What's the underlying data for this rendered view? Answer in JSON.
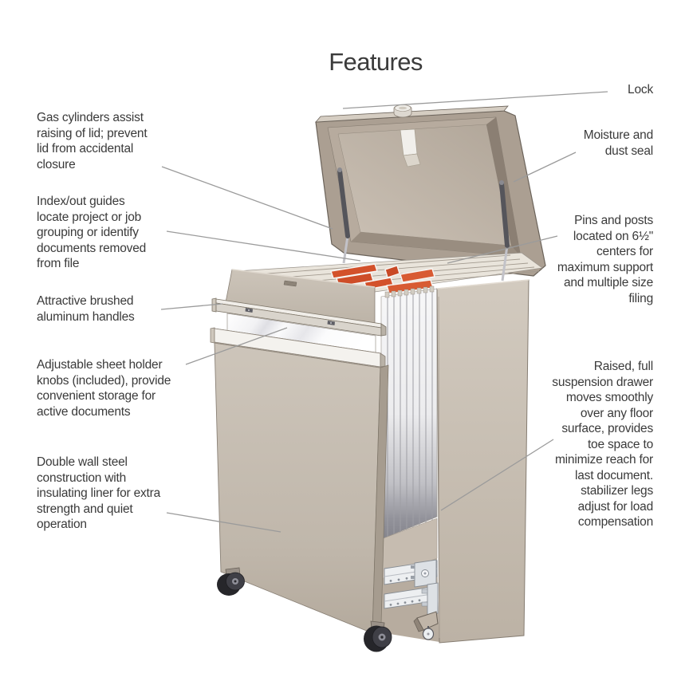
{
  "title": "Features",
  "callouts": {
    "left": [
      {
        "name": "gas-cylinders",
        "lines": [
          "Gas cylinders assist",
          "raising of lid; prevent",
          "lid from accidental",
          "closure"
        ]
      },
      {
        "name": "index-out-guides",
        "lines": [
          "Index/out guides",
          "locate project or job",
          "grouping or identify",
          "documents removed",
          "from file"
        ]
      },
      {
        "name": "aluminum-handles",
        "lines": [
          "Attractive brushed",
          "aluminum handles"
        ]
      },
      {
        "name": "sheet-holder-knobs",
        "lines": [
          "Adjustable sheet holder",
          "knobs (included), provide",
          "convenient storage for",
          "active documents"
        ]
      },
      {
        "name": "double-wall-construction",
        "lines": [
          "Double wall steel",
          "construction with",
          "insulating liner for extra",
          "strength and quiet",
          "operation"
        ]
      }
    ],
    "right": [
      {
        "name": "lock",
        "lines": [
          "Lock"
        ]
      },
      {
        "name": "moisture-dust-seal",
        "lines": [
          "Moisture and",
          "dust seal"
        ]
      },
      {
        "name": "pins-and-posts",
        "lines": [
          "Pins and posts",
          "located on 6½\"",
          "centers for",
          "maximum support",
          "and multiple size",
          "filing"
        ]
      },
      {
        "name": "suspension-drawer",
        "lines": [
          "Raised, full",
          "suspension drawer",
          "moves smoothly",
          "over any floor",
          "surface, provides",
          "toe space to",
          "minimize reach for",
          "last document.",
          "stabilizer legs",
          "adjust for load",
          "compensation"
        ]
      }
    ]
  },
  "colors": {
    "background": "#ffffff",
    "text": "#3a3a3a",
    "leader_line": "#9b9b9b",
    "cabinet_body_tan": "#c3bab0",
    "lid_inner_tan": "#c1b6aa",
    "seal_dark": "#8b7f73",
    "index_tab_red": "#d3512b",
    "metal_light": "#edeff1",
    "caster_dark": "#26262a"
  }
}
